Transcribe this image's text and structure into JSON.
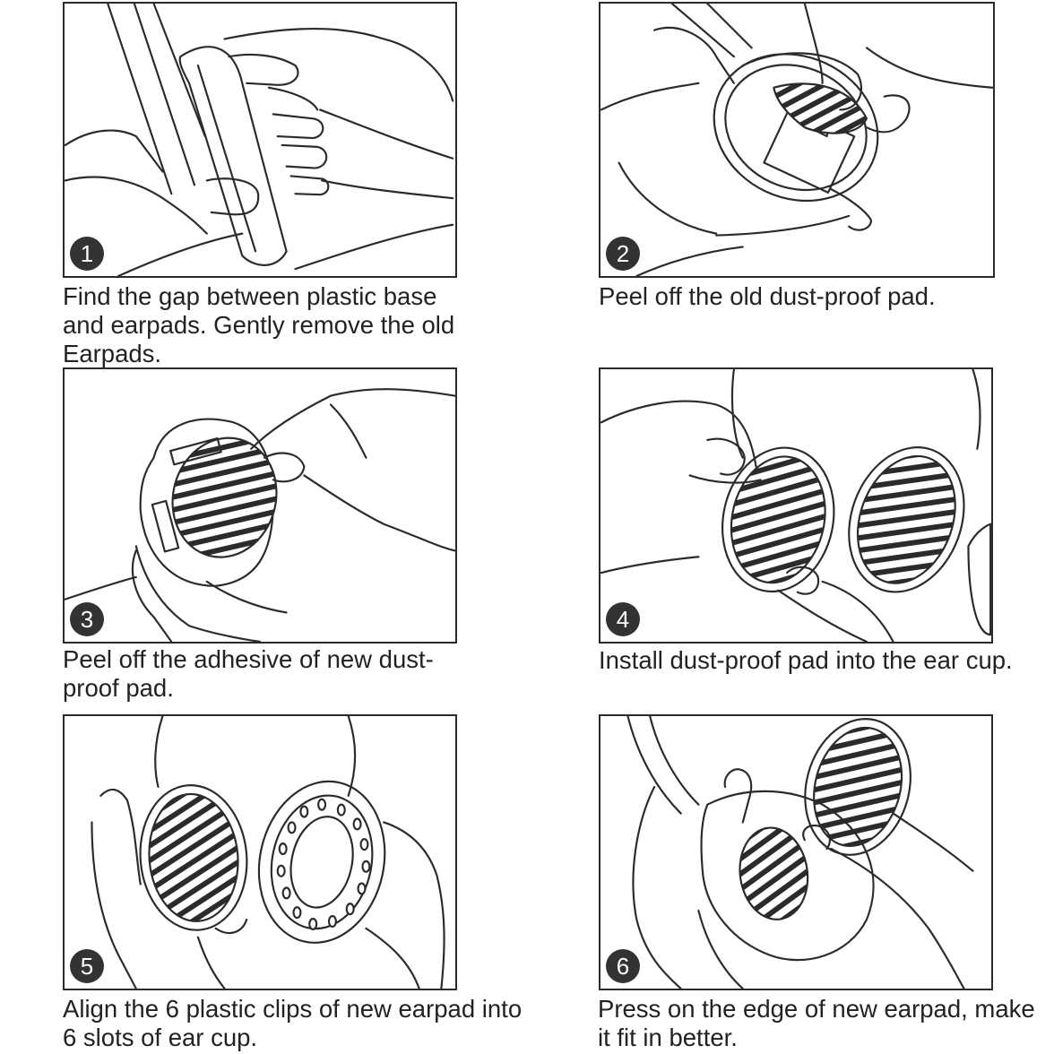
{
  "steps": [
    {
      "number": "1",
      "caption": "Find the gap between plastic base and earpads. Gently remove the old Earpads."
    },
    {
      "number": "2",
      "caption": "Peel off the old dust-proof pad."
    },
    {
      "number": "3",
      "caption": "Peel off the adhesive of new dust-proof pad."
    },
    {
      "number": "4",
      "caption": "Install dust-proof pad into the ear cup."
    },
    {
      "number": "5",
      "caption": "Align the 6 plastic clips of new earpad into 6 slots of ear cup."
    },
    {
      "number": "6",
      "caption": "Press on the edge of new earpad, make it fit in better."
    }
  ],
  "colors": {
    "line": "#2b2b2b",
    "badge": "#333333",
    "text": "#222222"
  }
}
